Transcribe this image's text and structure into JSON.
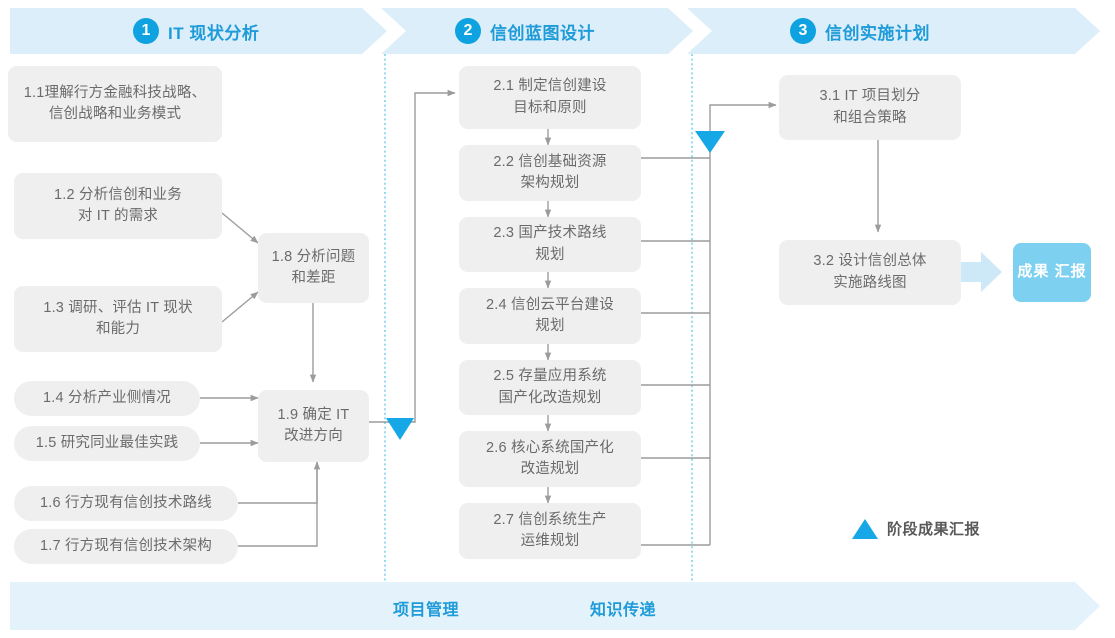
{
  "colors": {
    "banner_top_fill": "#DCEEF9",
    "banner_bottom_fill": "#E4F3FB",
    "accent_blue": "#1E9BD8",
    "circle_blue": "#0EA2E0",
    "triangle_blue": "#16A7E6",
    "box_fill": "#EFEFEF",
    "box_text": "#6B6B6B",
    "badge_fill": "#7ED0F0",
    "badge_text": "#FFFFFF",
    "connector_gray": "#9C9C9C",
    "divider_dotted": "#4FC3EA",
    "arrow_light_blue": "#CDE9F7"
  },
  "top_banner": {
    "phases": [
      {
        "number": "1",
        "label": "IT 现状分析"
      },
      {
        "number": "2",
        "label": "信创蓝图设计"
      },
      {
        "number": "3",
        "label": "信创实施计划"
      }
    ]
  },
  "bottom_banner": {
    "labels": [
      {
        "text": "项目管理"
      },
      {
        "text": "知识传递"
      }
    ]
  },
  "legend": {
    "marker": "triangle",
    "text": "阶段成果汇报"
  },
  "badge": {
    "line1": "成果",
    "line2": "汇报"
  },
  "columns": {
    "phase1": {
      "inputs": [
        {
          "id": "1.1",
          "line1": "1.1理解行方金融科技战略、",
          "line2": "信创战略和业务模式"
        },
        {
          "id": "1.2",
          "line1": "1.2 分析信创和业务",
          "line2": "对 IT 的需求"
        },
        {
          "id": "1.3",
          "line1": "1.3 调研、评估 IT 现状",
          "line2": "和能力"
        },
        {
          "id": "1.4",
          "line1": "1.4 分析产业侧情况",
          "line2": ""
        },
        {
          "id": "1.5",
          "line1": "1.5 研究同业最佳实践",
          "line2": ""
        },
        {
          "id": "1.6",
          "line1": "1.6 行方现有信创技术路线",
          "line2": ""
        },
        {
          "id": "1.7",
          "line1": "1.7 行方现有信创技术架构",
          "line2": ""
        }
      ],
      "outputs": [
        {
          "id": "1.8",
          "line1": "1.8 分析问题",
          "line2": "和差距"
        },
        {
          "id": "1.9",
          "line1": "1.9 确定 IT",
          "line2": "改进方向"
        }
      ]
    },
    "phase2": {
      "steps": [
        {
          "id": "2.1",
          "line1": "2.1 制定信创建设",
          "line2": "目标和原则"
        },
        {
          "id": "2.2",
          "line1": "2.2 信创基础资源",
          "line2": "架构规划"
        },
        {
          "id": "2.3",
          "line1": "2.3 国产技术路线",
          "line2": "规划"
        },
        {
          "id": "2.4",
          "line1": "2.4 信创云平台建设",
          "line2": "规划"
        },
        {
          "id": "2.5",
          "line1": "2.5 存量应用系统",
          "line2": "国产化改造规划"
        },
        {
          "id": "2.6",
          "line1": "2.6 核心系统国产化",
          "line2": "改造规划"
        },
        {
          "id": "2.7",
          "line1": "2.7 信创系统生产",
          "line2": "运维规划"
        }
      ]
    },
    "phase3": {
      "steps": [
        {
          "id": "3.1",
          "line1": "3.1 IT 项目划分",
          "line2": "和组合策略"
        },
        {
          "id": "3.2",
          "line1": "3.2 设计信创总体",
          "line2": "实施路线图"
        }
      ]
    }
  }
}
